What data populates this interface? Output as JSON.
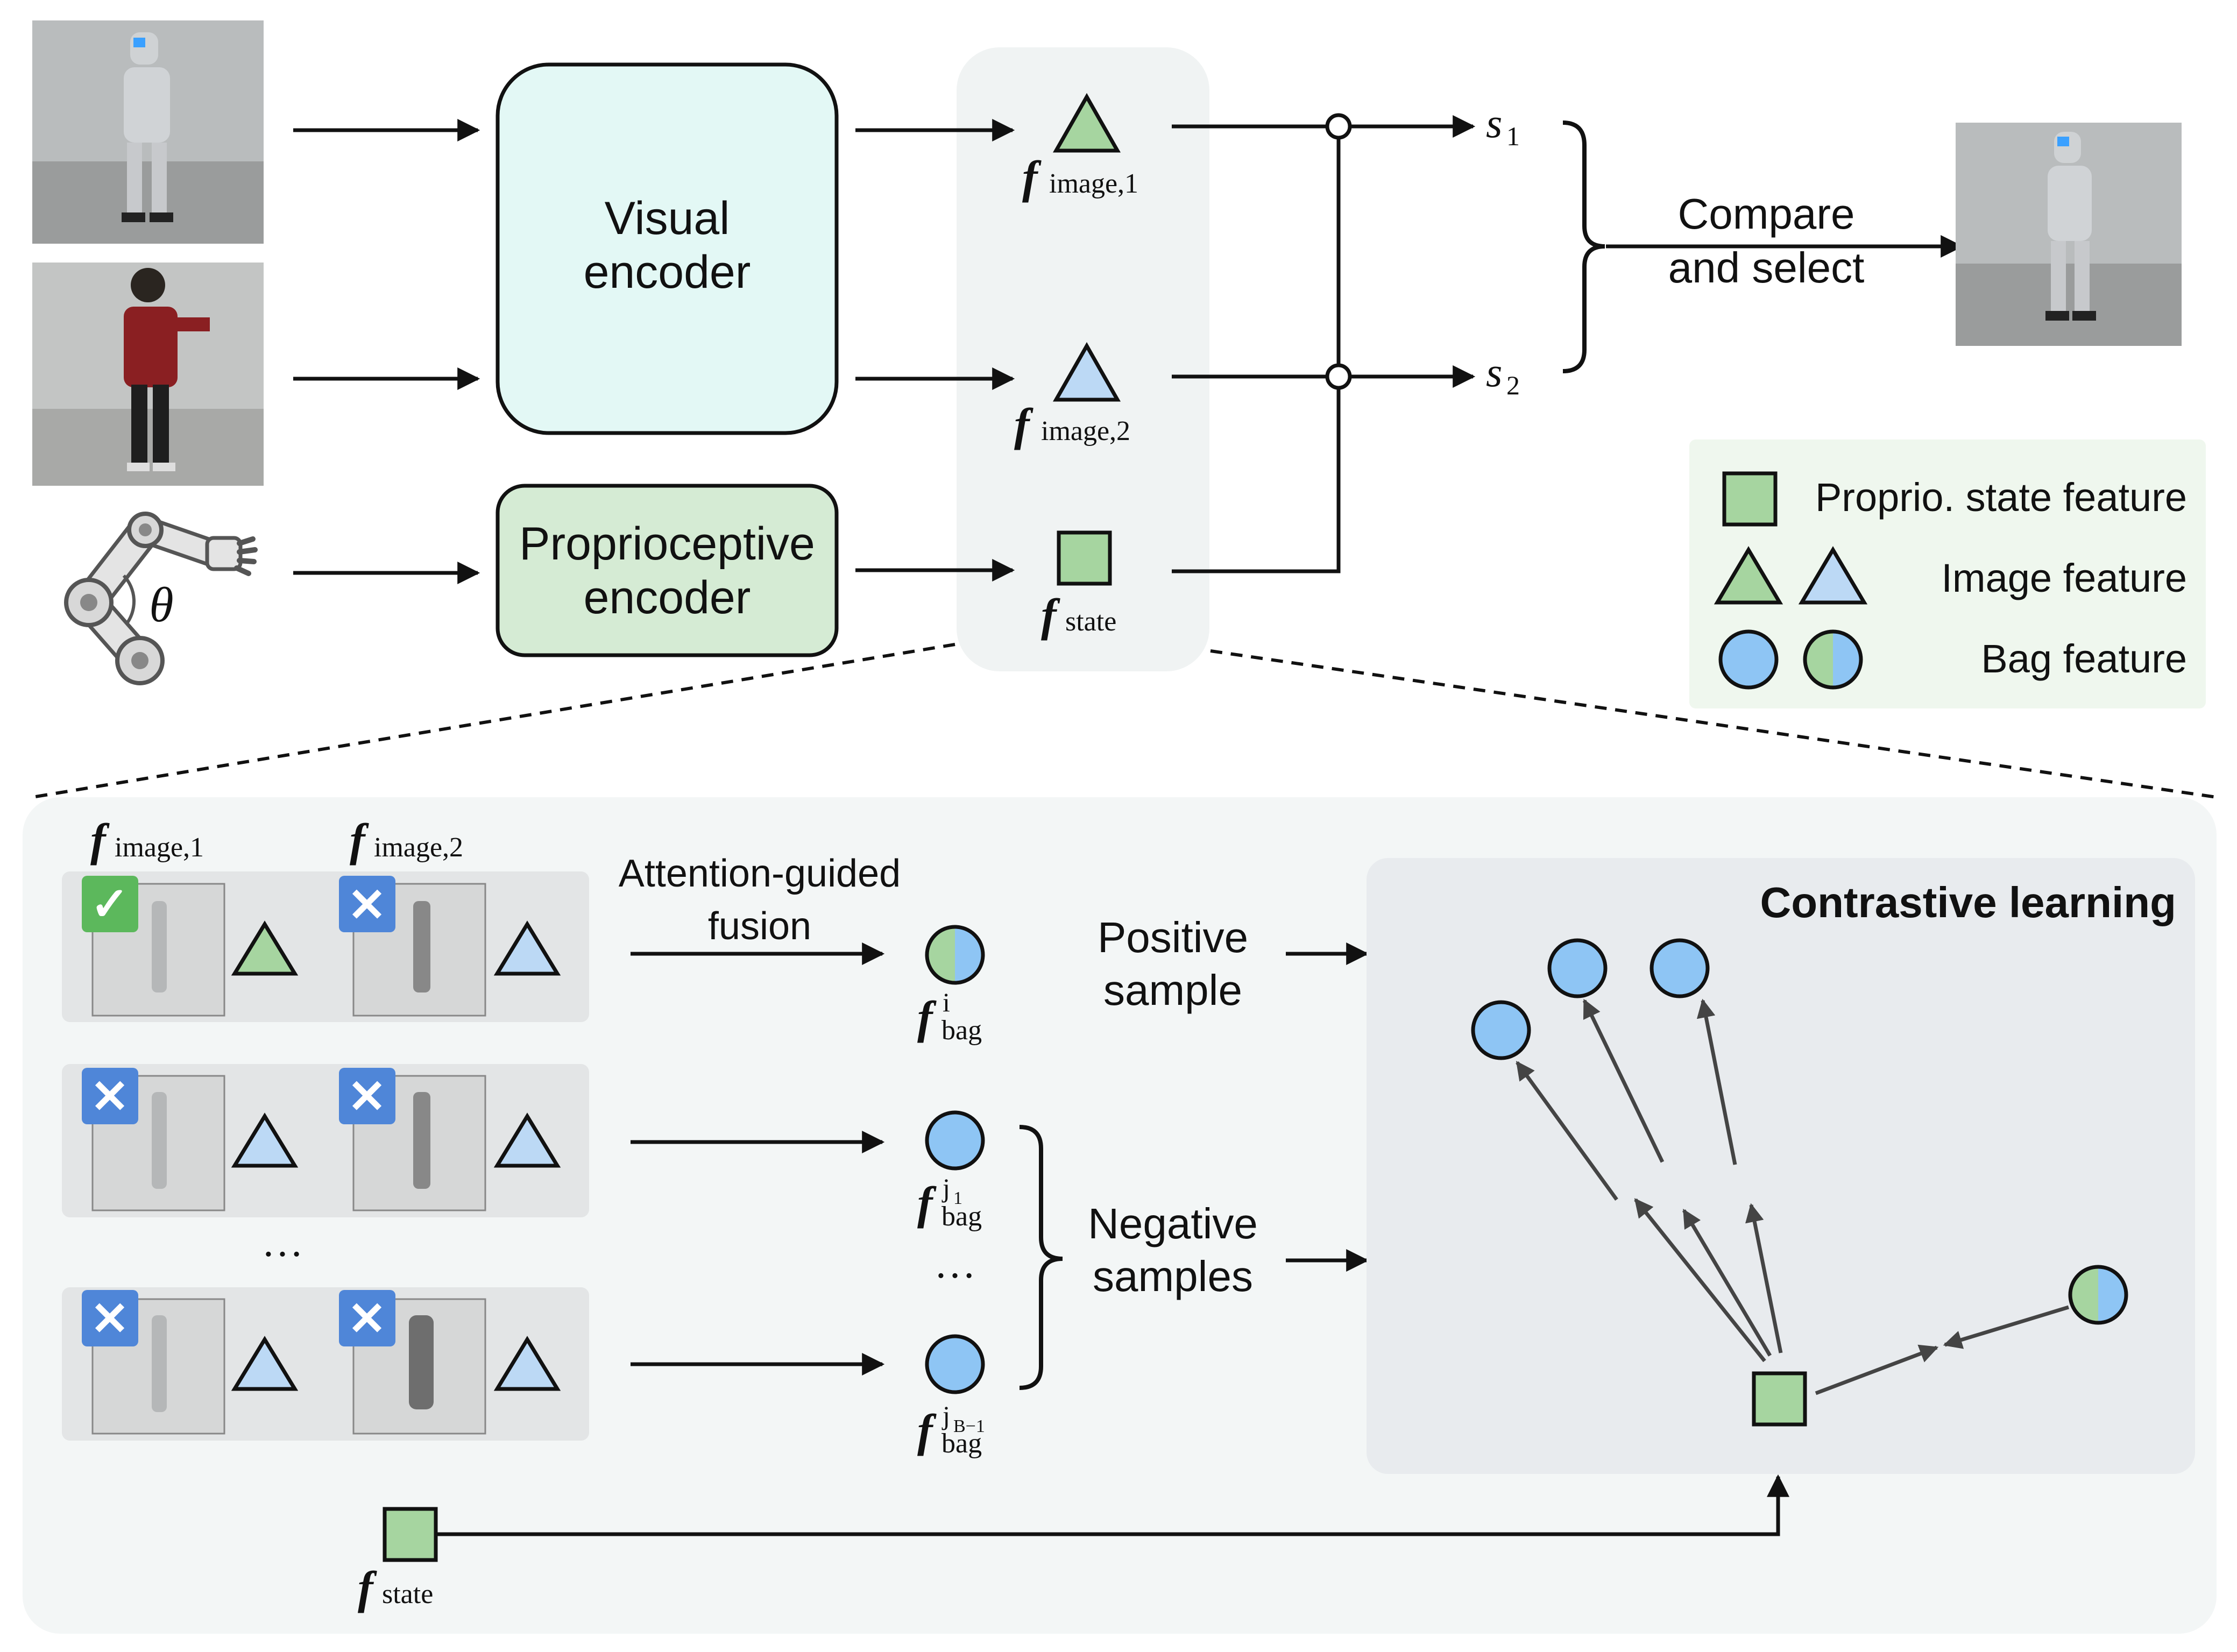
{
  "encoders": {
    "visual": [
      "Visual",
      "encoder"
    ],
    "proprio": [
      "Proprioceptive",
      "encoder"
    ]
  },
  "features": {
    "f": "f",
    "image1_sub": "image,1",
    "image2_sub": "image,2",
    "state_sub": "state"
  },
  "scores": {
    "s": "s",
    "s1_sub": "1",
    "s2_sub": "2"
  },
  "compare": [
    "Compare",
    "and select"
  ],
  "legend": {
    "state": "Proprio. state feature",
    "image": "Image feature",
    "bag": "Bag feature"
  },
  "joint_symbol": "θ",
  "lower": {
    "fusion": [
      "Attention-guided",
      "fusion"
    ],
    "positive": [
      "Positive",
      "sample"
    ],
    "negative": [
      "Negative",
      "samples"
    ],
    "contrastive_title": "Contrastive learning",
    "ellipsis": "…",
    "bag_sub": "bag",
    "bag_sup_i": "i",
    "bag_sup_j1": "j",
    "bag_sup_j1_sub": "1",
    "bag_sup_jb": "j",
    "bag_sup_jb_sub": "B−1",
    "check_mark": "✓",
    "cross_mark": "✕"
  },
  "colors": {
    "green": "#a6d5a0",
    "blue": "#8ec5f4",
    "light_blue": "#bcd9f5",
    "cyan_box": "#e3f8f5",
    "green_box": "#d5ebd4",
    "panel": "#f3f6f6",
    "inner_panel": "#e8ebee",
    "check_green": "#5cb85c",
    "cross_blue": "#4f86d8"
  }
}
